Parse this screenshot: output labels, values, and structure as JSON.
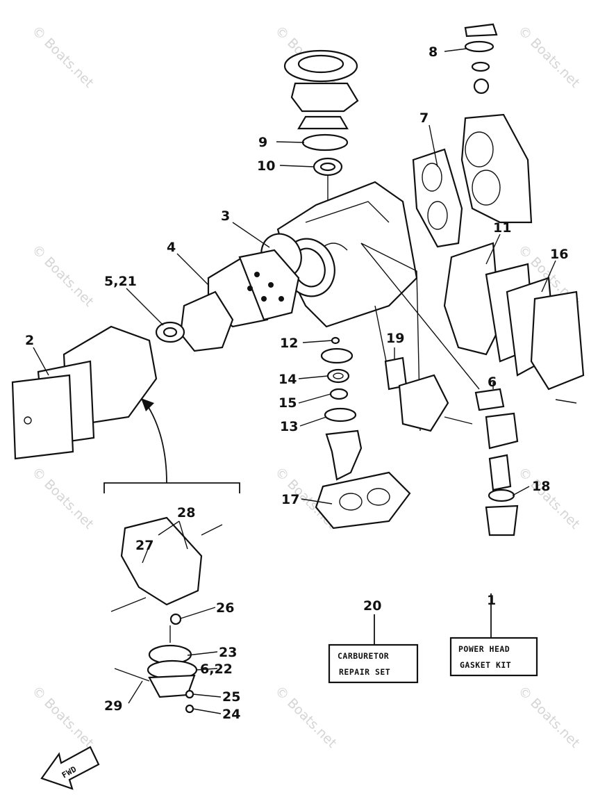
{
  "watermark": "© Boats.net",
  "fwd_label": "FWD",
  "kits": {
    "carburetor_number": "20",
    "carburetor_line1": "CARBURETOR",
    "carburetor_line2": "REPAIR SET",
    "powerhead_number": "1",
    "powerhead_line1": "POWER HEAD",
    "powerhead_line2": "GASKET KIT"
  },
  "labels": {
    "p2": "2",
    "p3": "3",
    "p4": "4",
    "p5_21": "5,21",
    "p6": "6",
    "p6_22": "6,22",
    "p7": "7",
    "p8": "8",
    "p9": "9",
    "p10": "10",
    "p11": "11",
    "p12": "12",
    "p13": "13",
    "p14": "14",
    "p15": "15",
    "p16": "16",
    "p17": "17",
    "p18": "18",
    "p19": "19",
    "p23": "23",
    "p24": "24",
    "p25": "25",
    "p26": "26",
    "p27": "27",
    "p28": "28",
    "p29": "29"
  }
}
